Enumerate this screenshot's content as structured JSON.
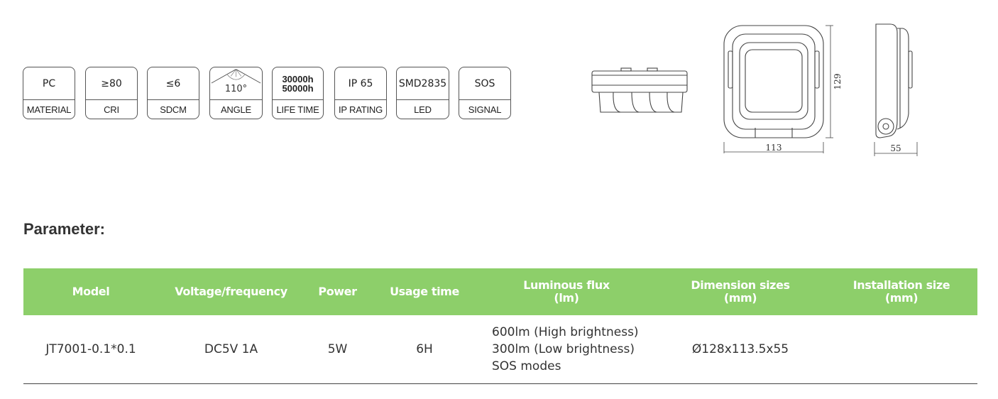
{
  "badges": [
    {
      "top": "PC",
      "bottom": "MATERIAL"
    },
    {
      "top": "≥80",
      "bottom": "CRI"
    },
    {
      "top": "≤6",
      "bottom": "SDCM"
    },
    {
      "top": "110°",
      "bottom": "ANGLE"
    },
    {
      "top_lines": [
        "30000h",
        "50000h"
      ],
      "bottom": "LIFE TIME"
    },
    {
      "top": "IP 65",
      "bottom": "IP RATING"
    },
    {
      "top": "SMD2835",
      "bottom": "LED"
    },
    {
      "top": "SOS",
      "bottom": "SIGNAL"
    }
  ],
  "drawings": {
    "front_width": "113",
    "front_height": "129",
    "side_depth": "55"
  },
  "section_title": "Parameter:",
  "table": {
    "headers": [
      {
        "lines": [
          "Model"
        ]
      },
      {
        "lines": [
          "Voltage/frequency"
        ]
      },
      {
        "lines": [
          "Power"
        ]
      },
      {
        "lines": [
          "Usage time"
        ]
      },
      {
        "lines": [
          "Luminous flux",
          "(lm)"
        ]
      },
      {
        "lines": [
          "Dimension sizes",
          "(mm)"
        ]
      },
      {
        "lines": [
          "Installation size",
          "(mm)"
        ]
      }
    ],
    "rows": [
      {
        "model": "JT7001-0.1*0.1",
        "voltage": "DC5V 1A",
        "power": "5W",
        "usage_time": "6H",
        "flux_lines": [
          "600lm (High brightness)",
          "300lm (Low brightness)",
          "SOS modes"
        ],
        "dimension": "Ø128x113.5x55",
        "installation": ""
      }
    ]
  },
  "colors": {
    "header_green": "#8dcf6a",
    "line": "#444444"
  }
}
